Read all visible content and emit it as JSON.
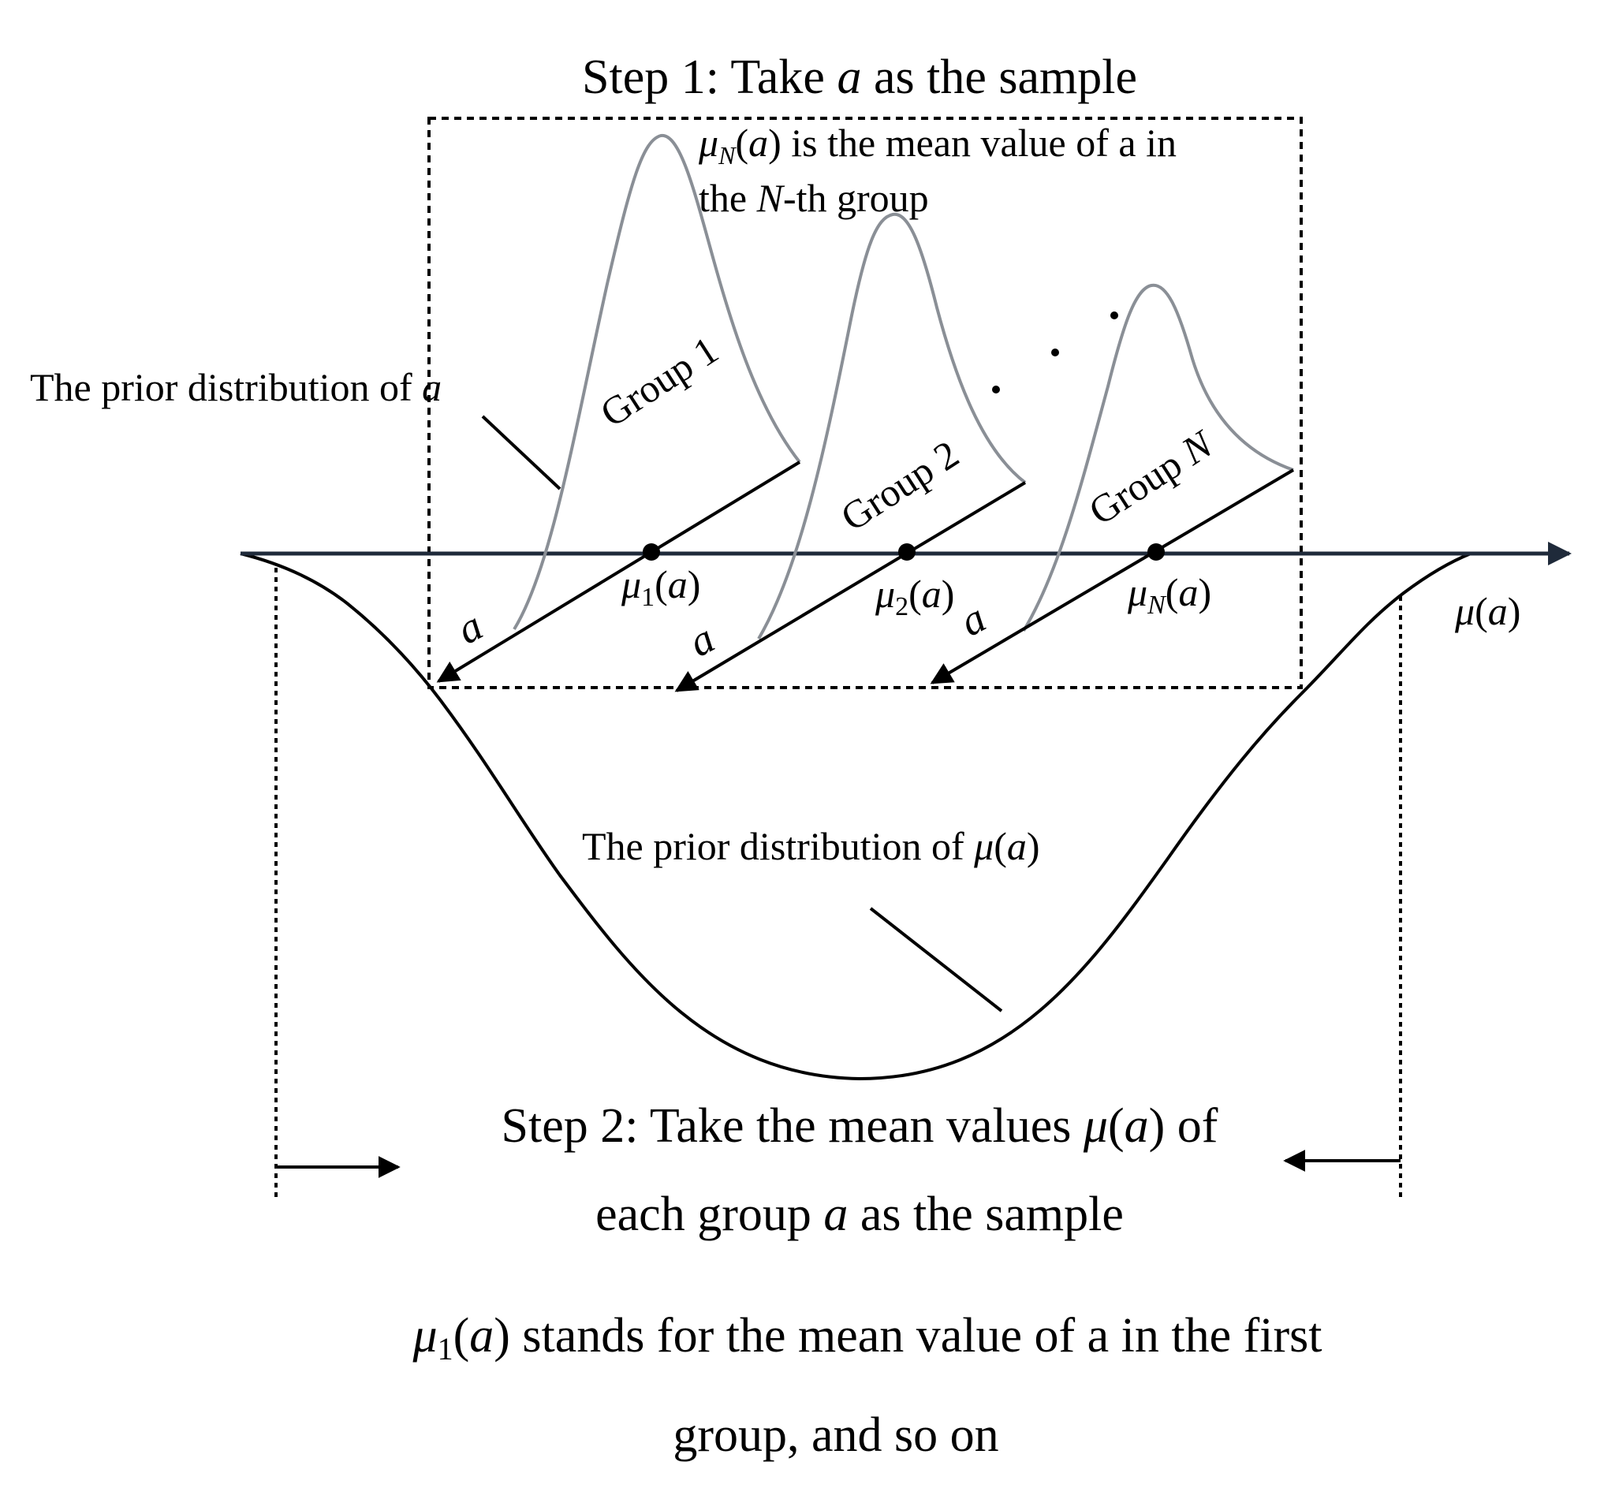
{
  "step1": {
    "prefix": "Step 1: Take ",
    "var": "a",
    "suffix": " as the sample"
  },
  "note_muN": {
    "mu": "μ",
    "sub": "N",
    "open": "(",
    "var": "a",
    "rest": ") is the mean value of a in",
    "line2_prefix": "the ",
    "line2_var": "N",
    "line2_suffix": "-th group"
  },
  "prior_a": {
    "prefix": "The prior distribution of ",
    "var": "a"
  },
  "groups": [
    {
      "label_prefix": "Group ",
      "label_index": "1",
      "index_italic": false,
      "axis_label": "a",
      "mean_mu": "μ",
      "mean_sub": "1",
      "mean_open": "(",
      "mean_var": "a",
      "mean_close": ")"
    },
    {
      "label_prefix": "Group ",
      "label_index": "2",
      "index_italic": false,
      "axis_label": "a",
      "mean_mu": "μ",
      "mean_sub": "2",
      "mean_open": "(",
      "mean_var": "a",
      "mean_close": ")"
    },
    {
      "label_prefix": "Group ",
      "label_index": "N",
      "index_italic": true,
      "axis_label": "a",
      "mean_mu": "μ",
      "mean_sub": "N",
      "mean_open": "(",
      "mean_var": "a",
      "mean_close": ")"
    }
  ],
  "axis": {
    "mu": "μ",
    "open": "(",
    "var": "a",
    "close": ")"
  },
  "prior_mu": {
    "prefix": "The prior distribution of ",
    "mu": "μ",
    "open": "(",
    "var": "a",
    "close": ")"
  },
  "step2": {
    "line1_prefix": "Step 2: Take the mean values ",
    "line1_mu": "μ",
    "line1_open": "(",
    "line1_var": "a",
    "line1_suffix": ") of",
    "line2_prefix": "each group ",
    "line2_var": "a",
    "line2_suffix": " as the sample"
  },
  "footnote": {
    "mu": "μ",
    "sub": "1",
    "open": "(",
    "var": "a",
    "line1_rest": ") stands for the mean value of a in the first",
    "line2": "group, and so on"
  },
  "colors": {
    "ink": "#000000",
    "axis": "#1f2a3a",
    "curve_gray": "#8a8f96"
  }
}
